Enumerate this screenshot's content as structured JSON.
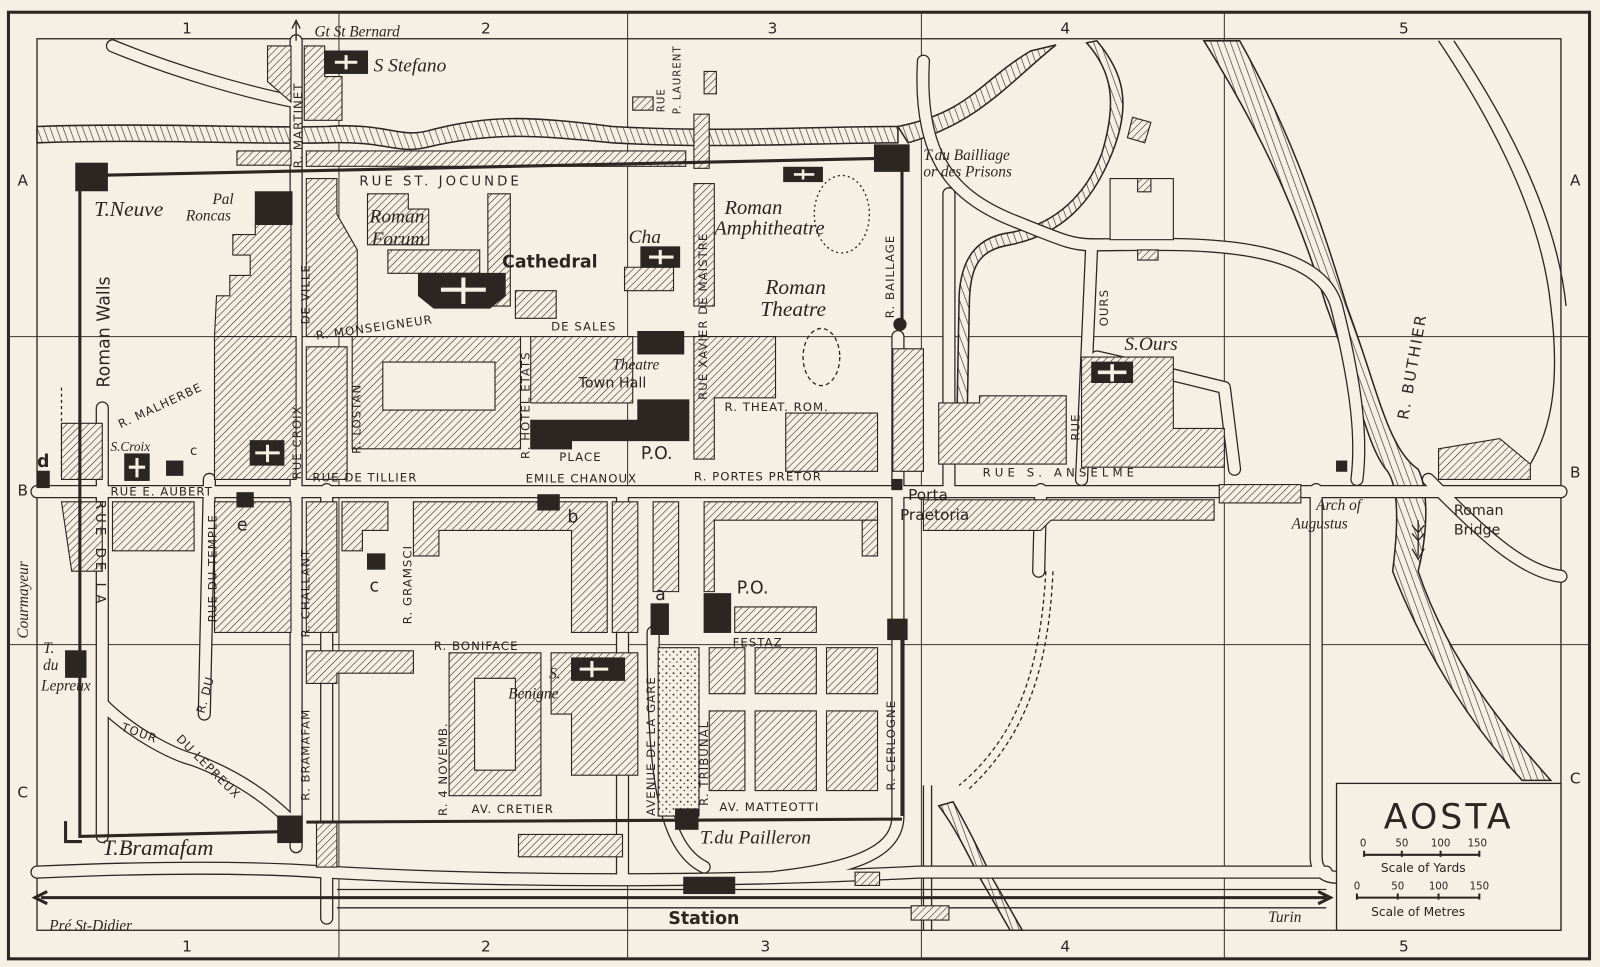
{
  "map": {
    "title": "AOSTA",
    "colors": {
      "paper": "#f6efe3",
      "ink": "#2b2622"
    },
    "grid": {
      "columns": [
        "1",
        "2",
        "3",
        "4",
        "5"
      ],
      "rows": [
        "A",
        "B",
        "C"
      ]
    },
    "legend": {
      "yards_ticks": [
        "0",
        "50",
        "100",
        "150"
      ],
      "yards_label": "Scale of Yards",
      "metres_ticks": [
        "0",
        "50",
        "100",
        "150"
      ],
      "metres_label": "Scale of Metres"
    },
    "directions": {
      "north": "Gt St Bernard",
      "west": "Courmayeur",
      "southwest": "Pré St-Didier",
      "east": "Turin"
    },
    "places": {
      "s_stefano": "S Stefano",
      "t_neuve": "T.Neuve",
      "pal": "Pal",
      "roncas": "Roncas",
      "roman_walls": "Roman Walls",
      "roman_forum_1": "Roman",
      "roman_forum_2": "Forum",
      "cathedral": "Cathedral",
      "cha": "Cha",
      "amph_1": "Roman",
      "amph_2": "Amphitheatre",
      "theatre_1": "Roman",
      "theatre_2": "Theatre",
      "bailliage_1": "T.du Bailliage",
      "bailliage_2": "or des Prisons",
      "s_croix": "S.Croix",
      "town_theatre": "Theatre",
      "town_hall": "Town Hall",
      "place": "PLACE",
      "po_1": "P.O.",
      "po_2": "P.O.",
      "porta_1": "Porta",
      "porta_2": "Praetoria",
      "s_ours": "S.Ours",
      "arch_1": "Arch of",
      "arch_2": "Augustus",
      "bridge_1": "Roman",
      "bridge_2": "Bridge",
      "lepreux_1": "T.",
      "lepreux_2": "du",
      "lepreux_3": "Lepreux",
      "s_benigne_1": "S.",
      "s_benigne_2": "Benigne",
      "t_bramafam": "T.Bramafam",
      "t_pailleron": "T.du Pailleron",
      "station": "Station",
      "key_a": "a",
      "key_b": "b",
      "key_c": "c",
      "key_d": "d",
      "key_e": "e",
      "key_c2": "c"
    },
    "streets": {
      "martinet": "R. MARTINET",
      "de_ville": "DE VILLE",
      "rue_croix": "RUE CROIX",
      "jocunde": "RUE ST. JOCUNDE",
      "rue_p_laurent": "RUE",
      "p_laurent": "P. LAURENT",
      "maistre": "RUE XAVIER DE MAISTRE",
      "baillage": "R. BAILLAGE",
      "monseigneur": "R. MONSEIGNEUR",
      "de_sales": "DE SALES",
      "malherbe": "R. MALHERBE",
      "lostan": "R. LOSTAN",
      "hotel_etats": "R. HOTEL ETATS",
      "theat_rom": "R. THEAT. ROM.",
      "emile_chanoux": "EMILE CHANOUX",
      "portes_pretor": "R. PORTES PRETOR",
      "tillier": "RUE DE TILLIER",
      "aubert": "RUE E. AUBERT",
      "anselme": "RUE S. ANSELME",
      "ours": "OURS",
      "rue_ours": "RUE",
      "buthier": "R. BUTHIER",
      "de_la": "RUE DE LA",
      "tour": "TOUR",
      "du_lepreux": "DU LEPREUX",
      "temple": "RUE DU TEMPLE",
      "r_du_temple": "R. DU",
      "challant": "R. CHALLANT",
      "gramsci": "R. GRAMSCI",
      "boniface": "R. BONIFACE",
      "bramafam": "R. BRAMAFAM",
      "novemb": "R. 4 NOVEMB.",
      "gare": "AVENUE DE LA GARE",
      "tribunal": "R. TRIBUNAL",
      "festaz": "FESTAZ",
      "cerlogne": "R. CERLOGNE",
      "cretier": "AV. CRETIER",
      "matteotti": "AV. MATTEOTTI"
    }
  }
}
